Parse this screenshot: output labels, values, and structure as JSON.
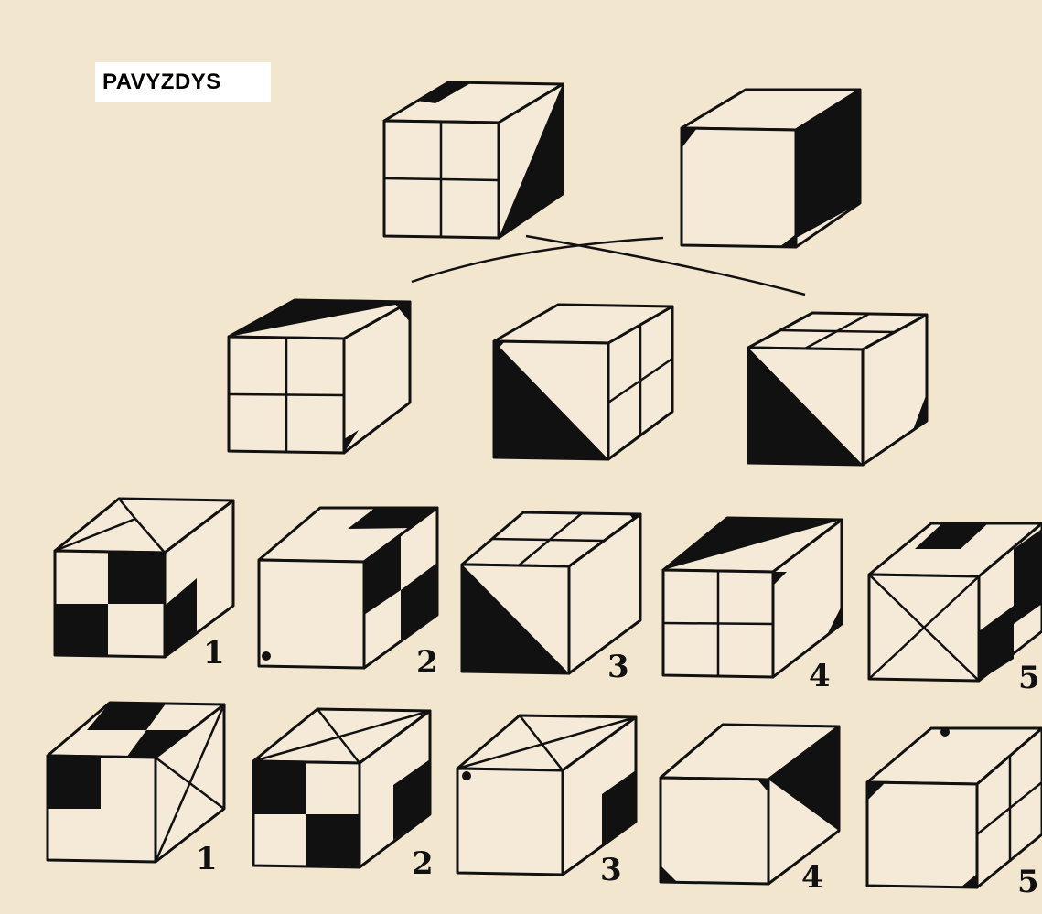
{
  "header": {
    "title": "PAVYZDYS"
  },
  "answer_rows": [
    {
      "row": "row-1",
      "labels": [
        "1",
        "2",
        "3",
        "4",
        "5"
      ]
    },
    {
      "row": "row-2",
      "labels": [
        "1",
        "2",
        "3",
        "4",
        "5"
      ]
    }
  ],
  "colors": {
    "paper": "#f3e6cf",
    "ink": "#111111",
    "label_bg": "#ffffff"
  }
}
